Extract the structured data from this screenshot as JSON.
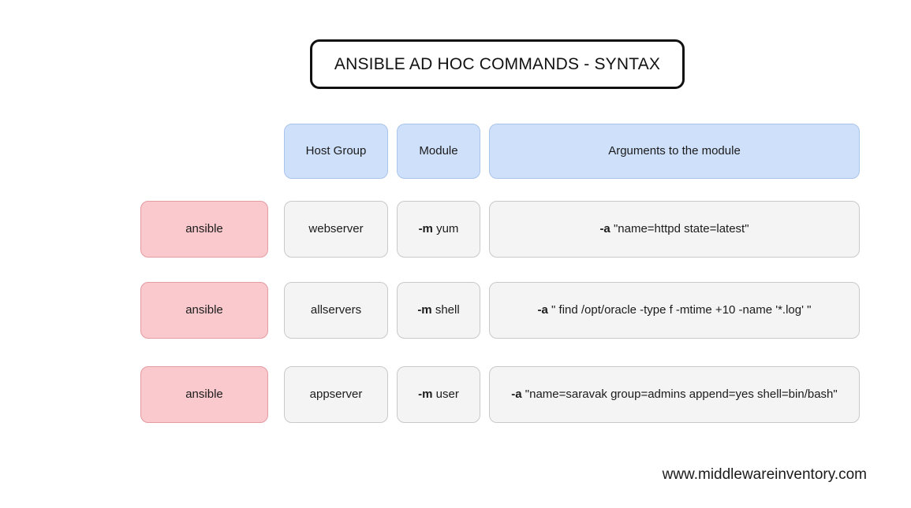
{
  "title": {
    "text": "ANSIBLE AD HOC COMMANDS - SYNTAX"
  },
  "table": {
    "headers": {
      "host_group": "Host Group",
      "module": "Module",
      "arguments": "Arguments to the module"
    },
    "rows": [
      {
        "command": "ansible",
        "host_group": "webserver",
        "module_flag": "-m",
        "module_name": "yum",
        "args_flag": "-a",
        "args_value": "\"name=httpd state=latest\""
      },
      {
        "command": "ansible",
        "host_group": "allservers",
        "module_flag": "-m",
        "module_name": "shell",
        "args_flag": "-a",
        "args_value": "\" find /opt/oracle -type f -mtime +10 -name '*.log' \""
      },
      {
        "command": "ansible",
        "host_group": "appserver",
        "module_flag": "-m",
        "module_name": "user",
        "args_flag": "-a",
        "args_value": "\"name=saravak group=admins append=yes shell=bin/bash\""
      }
    ]
  },
  "footer": {
    "website": "www.middlewareinventory.com"
  },
  "colors": {
    "header_fill": "#cfe0fa",
    "header_border": "#a9c4ea",
    "group_fill": "#f9c9cd",
    "group_border": "#e49ba2",
    "cell_fill": "#f4f4f4",
    "cell_border": "#c9c9c9",
    "title_border": "#111111",
    "text": "#1b1b1b",
    "background": "#ffffff"
  }
}
